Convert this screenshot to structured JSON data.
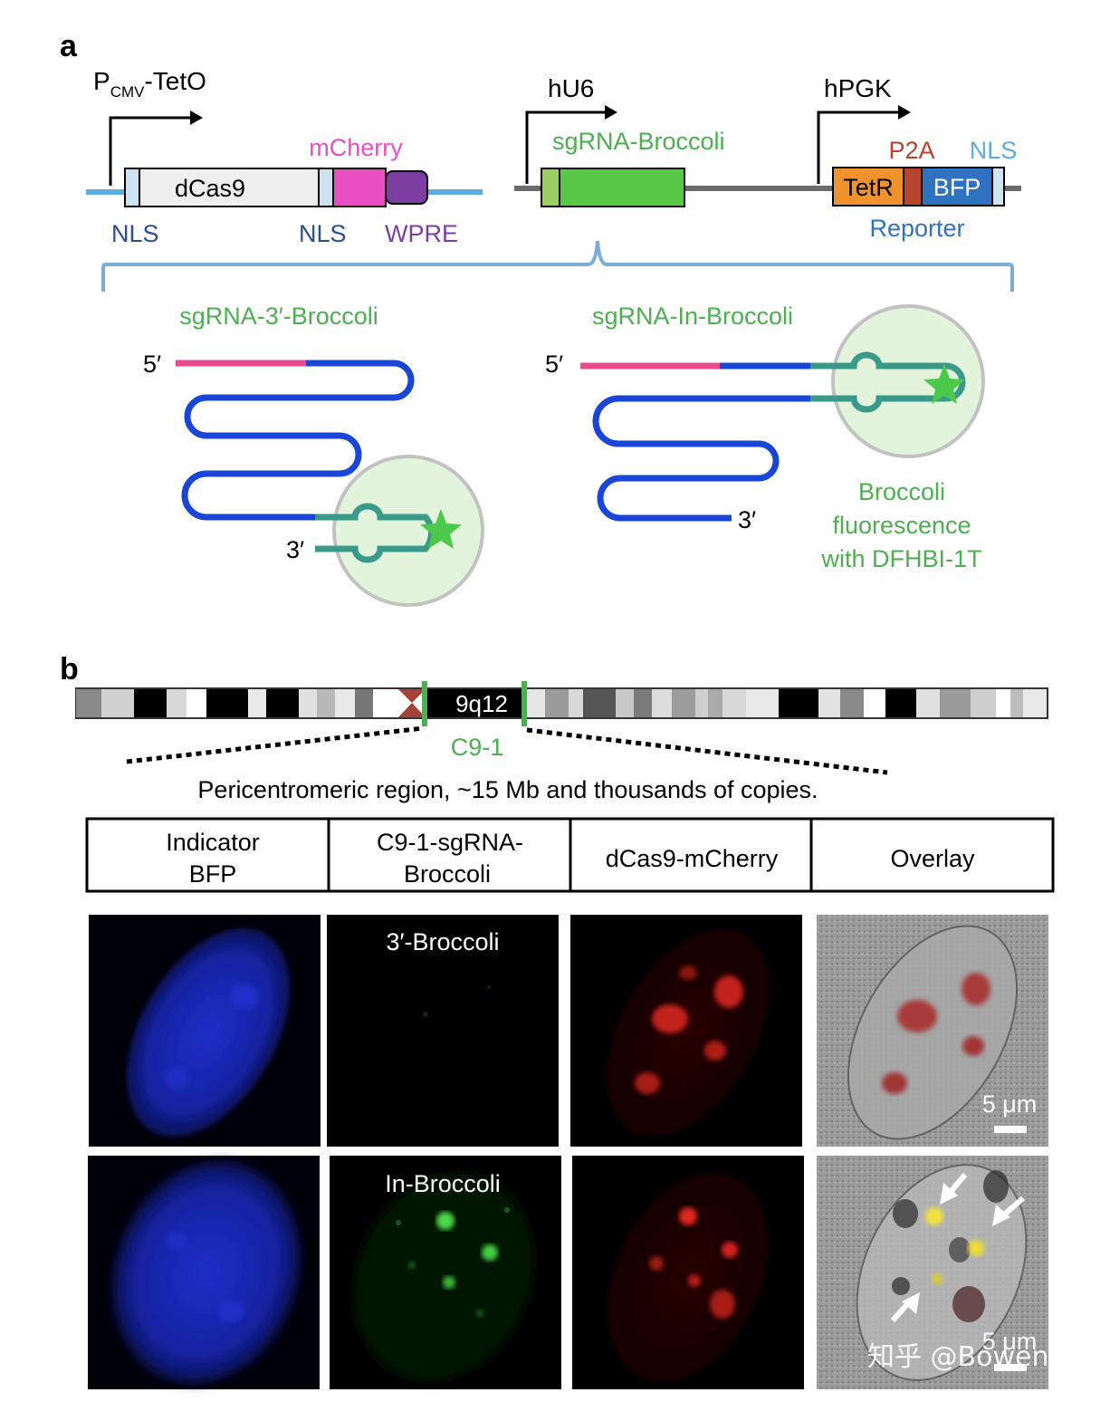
{
  "panel_a": {
    "label": "a",
    "promoter_cmv": {
      "main": "P",
      "sub": "CMV",
      "suffix": "-TetO"
    },
    "promoter_hu6": "hU6",
    "promoter_hpgk": "hPGK",
    "dcas9": "dCas9",
    "mcherry": "mCherry",
    "nls_left": "NLS",
    "nls_mid": "NLS",
    "wpre": "WPRE",
    "sgrna_broccoli": "sgRNA-Broccoli",
    "tetr": "TetR",
    "p2a": "P2A",
    "bfp": "BFP",
    "nls_right": "NLS",
    "reporter": "Reporter",
    "left_title": "sgRNA-3′-Broccoli",
    "right_title": "sgRNA-In-Broccoli",
    "five_prime": "5′",
    "three_prime": "3′",
    "broccoli_caption": [
      "Broccoli",
      "fluorescence",
      "with DFHBI-1T"
    ]
  },
  "panel_b": {
    "label": "b",
    "band": "9q12",
    "locus": "C9-1",
    "region_text": "Pericentromeric region, ~15 Mb and thousands of copies.",
    "columns": [
      [
        "Indicator",
        "BFP"
      ],
      [
        "C9-1-sgRNA-",
        "Broccoli"
      ],
      [
        "dCas9-mCherry"
      ],
      [
        "Overlay"
      ]
    ],
    "row1_label": "3′-Broccoli",
    "row2_label": "In-Broccoli",
    "scale_bar": "5 μm",
    "watermark": "知乎 @Bowen"
  },
  "colors": {
    "blue_line": "#5aafe0",
    "gray_line": "#6b6b6b",
    "magenta": "#e84fc0",
    "purple": "#7a3fa0",
    "green_text": "#4caf50",
    "sgrna_green": "#58c845",
    "tetr_orange": "#f0922e",
    "p2a_red": "#b8432f",
    "bfp_blue": "#2f72c0",
    "nls_text": "#2d4d8f",
    "rna_blue": "#1946d6",
    "rna_pink": "#e84a8c",
    "rna_teal": "#3a9a8a"
  }
}
